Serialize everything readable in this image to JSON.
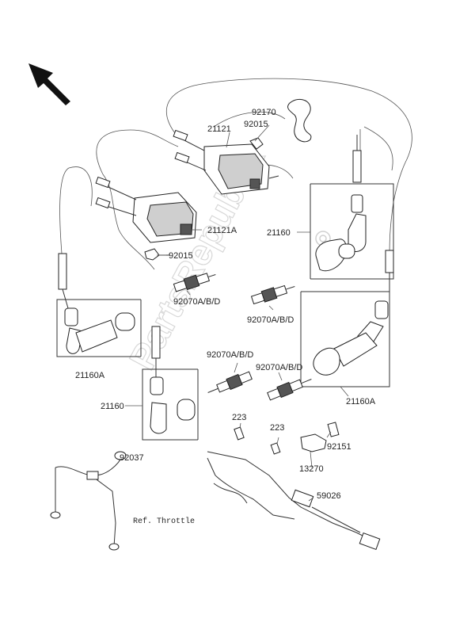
{
  "watermark": "PartsRepublik",
  "labels": {
    "l92170": "92170",
    "l92015_top": "92015",
    "l21121": "21121",
    "l21121A": "21121A",
    "l92015_mid": "92015",
    "l21160_right": "21160",
    "l92070_left": "92070A/B/D",
    "l92070_mid": "92070A/B/D",
    "l92070_low": "92070A/B/D",
    "l92070_right": "92070A/B/D",
    "l21160A_left": "21160A",
    "l21160A_right": "21160A",
    "l21160_left": "21160",
    "l223_a": "223",
    "l223_b": "223",
    "l92151": "92151",
    "l13270": "13270",
    "l92037": "92037",
    "l59026": "59026",
    "ref_throttle": "Ref. Throttle"
  }
}
